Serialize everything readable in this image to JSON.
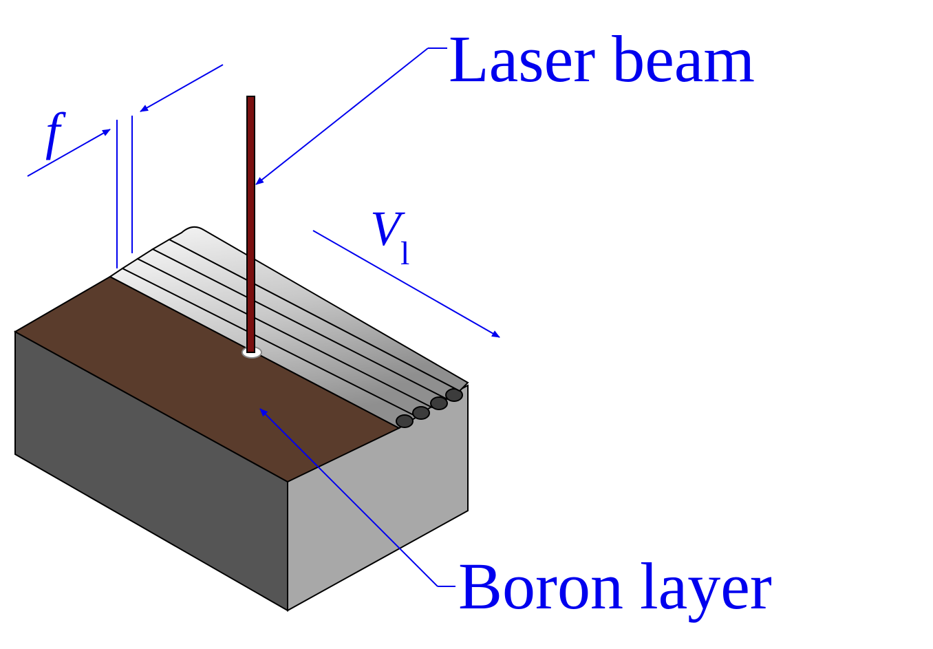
{
  "labels": {
    "laser_beam": "Laser beam",
    "boron_layer": "Boron layer",
    "feed": "f",
    "velocity_symbol": "V",
    "velocity_subscript": "l"
  },
  "colors": {
    "annotation": "#0000ee",
    "boron": "#5a3c2c",
    "block_front": "#555555",
    "block_side": "#a8a8a8",
    "tracks": "#c4c4c4",
    "beam": "#7a1010",
    "outline": "#000000"
  }
}
